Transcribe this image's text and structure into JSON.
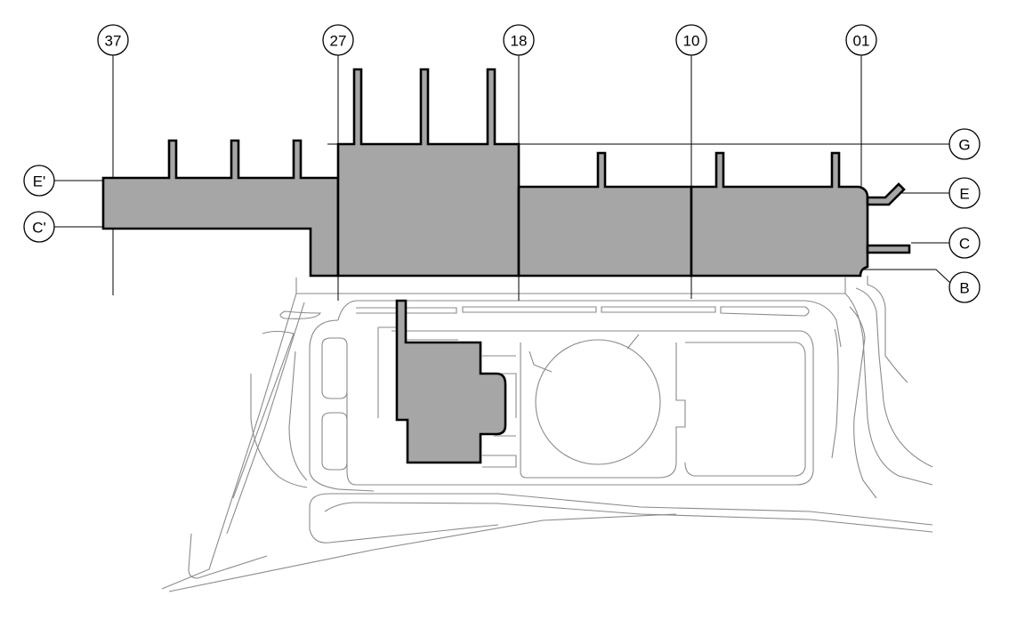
{
  "column_labels": [
    "37",
    "27",
    "18",
    "10",
    "01"
  ],
  "row_labels_left": [
    "E'",
    "C'"
  ],
  "row_labels_right": [
    "G",
    "E",
    "C",
    "B"
  ],
  "colors": {
    "building_fill": "#a6a6a6",
    "outline": "#000000",
    "road_line": "#8a8a8a",
    "background": "#ffffff"
  }
}
